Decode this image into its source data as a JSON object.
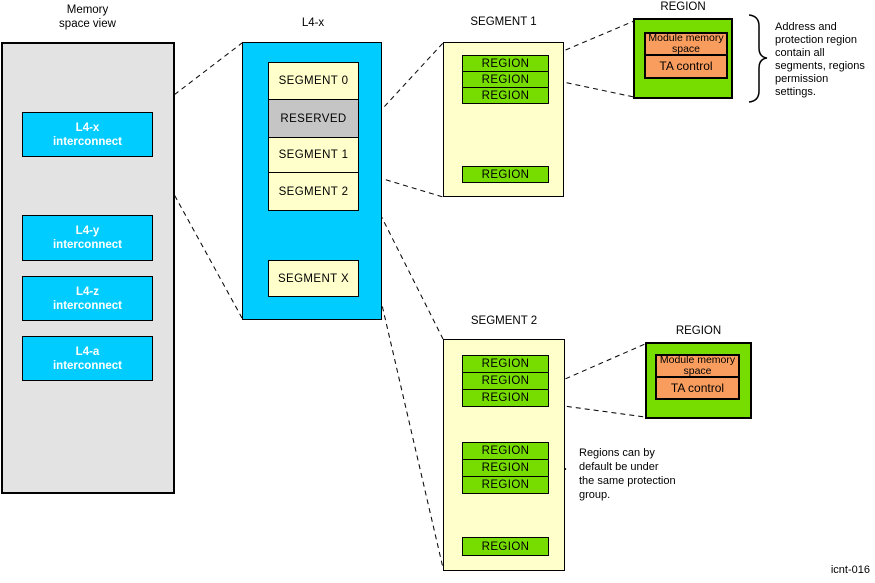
{
  "memory_space": {
    "title_lines": [
      "Memory",
      "space view"
    ],
    "interconnects": [
      {
        "line1": "L4-x",
        "line2": "interconnect"
      },
      {
        "line1": "L4-y",
        "line2": "interconnect"
      },
      {
        "line1": "L4-z",
        "line2": "interconnect"
      },
      {
        "line1": "L4-a",
        "line2": "interconnect"
      }
    ]
  },
  "l4x_column": {
    "title": "L4-x",
    "segments": [
      "SEGMENT 0",
      "RESERVED",
      "SEGMENT 1",
      "SEGMENT 2"
    ],
    "segment_x": "SEGMENT X"
  },
  "segment1": {
    "title": "SEGMENT 1",
    "regions": [
      "REGION",
      "REGION",
      "REGION",
      "REGION"
    ]
  },
  "segment2": {
    "title": "SEGMENT 2",
    "regions": [
      "REGION",
      "REGION",
      "REGION",
      "REGION",
      "REGION",
      "REGION",
      "REGION"
    ]
  },
  "region_top": {
    "title": "REGION",
    "module": "Module memory space",
    "ta": "TA control"
  },
  "region_bottom": {
    "title": "REGION",
    "module": "Module memory space",
    "ta": "TA control"
  },
  "notes": {
    "top_lines": [
      "Address and",
      "protection region",
      "contain all",
      "segments, regions",
      "permission",
      "settings."
    ],
    "bottom_lines": [
      "Regions can by",
      "default be under",
      "the same protection",
      "group."
    ]
  },
  "figure_id": "icnt-016",
  "colors": {
    "interconnect_cyan": "#00CCFF",
    "panel_gray": "#E3E3E3",
    "reserved_gray": "#C5C5C5",
    "segment_yellow": "#FFFFCC",
    "region_green": "#77DD00",
    "module_orange": "#F99D5F"
  }
}
